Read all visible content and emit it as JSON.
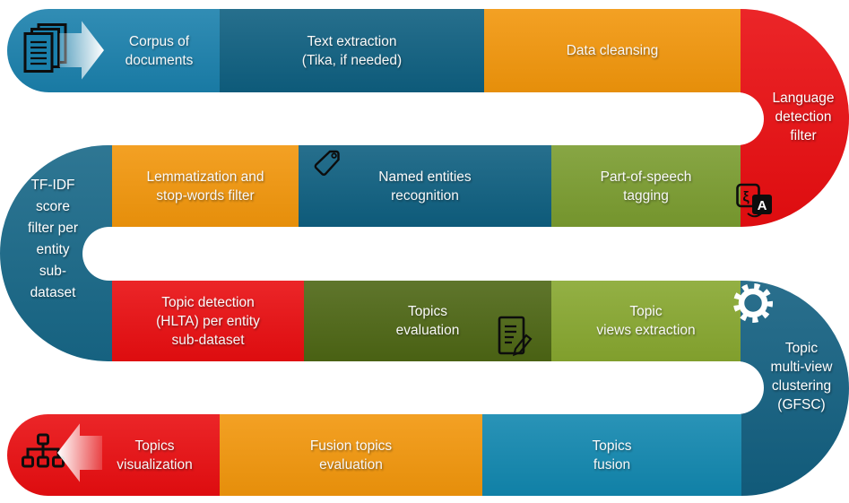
{
  "diagram": {
    "type": "pipeline-snake-flow",
    "steps": {
      "corpus": {
        "label": "Corpus of\ndocuments"
      },
      "text_extraction": {
        "label": "Text extraction\n(Tika, if needed)"
      },
      "data_cleansing": {
        "label": "Data cleansing"
      },
      "language_detection_filter": {
        "label": "Language\ndetection\nfilter"
      },
      "part_of_speech_tagging": {
        "label": "Part-of-speech\ntagging"
      },
      "named_entities_recognition": {
        "label": "Named entities\nrecognition"
      },
      "lemmatization_stopwords_filter": {
        "label": "Lemmatization and\nstop-words filter"
      },
      "tfidf_score_filter": {
        "label": "TF-IDF\nscore\nfilter per\nentity\nsub-\ndataset"
      },
      "topic_detection": {
        "label": "Topic detection\n(HLTA) per entity\nsub-dataset"
      },
      "topics_evaluation": {
        "label": "Topics\nevaluation"
      },
      "topic_views_extraction": {
        "label": "Topic\nviews extraction"
      },
      "topic_multiview_clustering": {
        "label": "Topic\nmulti-view\nclustering\n(GFSC)"
      },
      "topics_fusion": {
        "label": "Topics\nfusion"
      },
      "fusion_topics_evaluation": {
        "label": "Fusion topics\nevaluation"
      },
      "topics_visualization": {
        "label": "Topics\nvisualization"
      }
    },
    "icons": {
      "documents_stack": "documents-stack-icon",
      "start_arrow": "arrow-right-icon",
      "tag": "tag-icon",
      "translate": "translate-icon",
      "gear": "gear-icon",
      "document_edit": "document-edit-icon",
      "hierarchy": "hierarchy-icon",
      "end_arrow": "arrow-left-icon"
    },
    "colors": {
      "corpus_blue": "#1A80AC",
      "dark_teal": "#0E5F80",
      "orange": "#F2960B",
      "red": "#E90D10",
      "olive_green": "#7A9C2F",
      "dark_green": "#4D6614",
      "light_green": "#87A72F",
      "light_blue": "#1187AF",
      "teal_curve_left": "#176787",
      "teal_curve_right": "#125F80"
    }
  }
}
